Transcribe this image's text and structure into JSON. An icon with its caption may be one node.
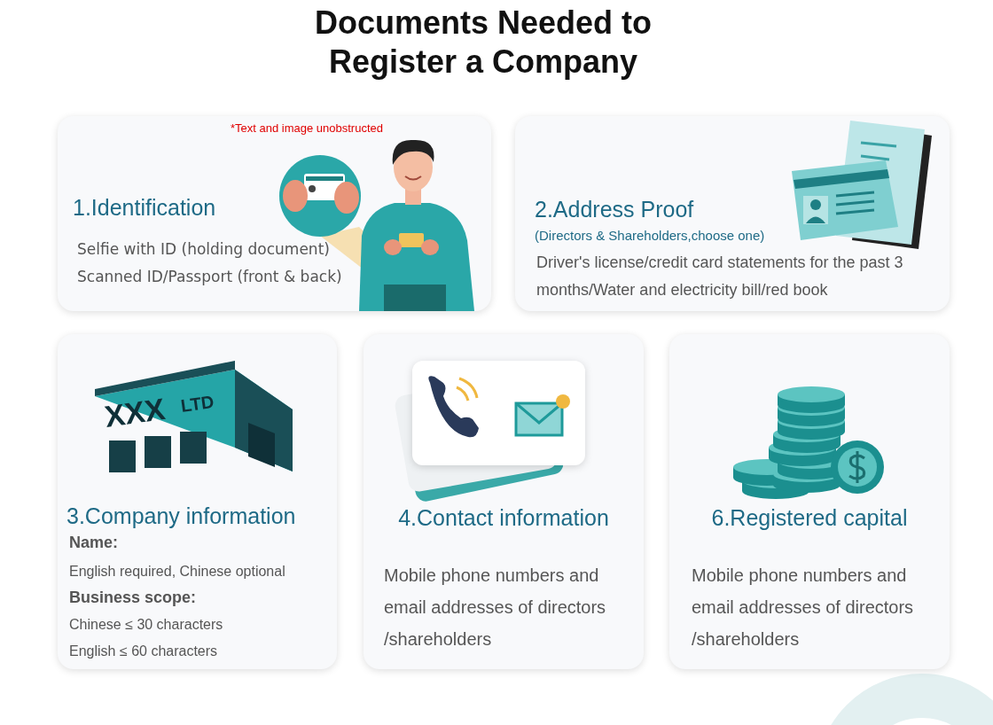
{
  "diagram": {
    "title": "Documents Needed to Register a Company",
    "nodes": [
      {
        "text": [
          "*Text and image unobstructed",
          "1.Identification",
          "Selfie with ID (holding document)",
          "Scanned ID/Passport (front & back)"
        ]
      },
      {
        "text": [
          "2.Address Proof",
          "(Directors & Shareholders,choose one)",
          "Driver's license/credit card statements for the past 3 months/Water and electricity bill/red book"
        ]
      },
      {
        "text": [
          "3.Company information",
          "Name:",
          "English required, Chinese optional",
          "Business scope:",
          "Chinese ≤ 30 characters",
          "English ≤ 60 characters"
        ]
      },
      {
        "text": [
          "4.Contact information",
          "Mobile phone numbers and email addresses of directors /shareholders"
        ]
      },
      {
        "text": [
          "6.Registered capital",
          "Mobile phone numbers and email addresses of directors /shareholders"
        ]
      }
    ],
    "edges": [],
    "labels": [
      "XXX",
      "LTD"
    ]
  }
}
